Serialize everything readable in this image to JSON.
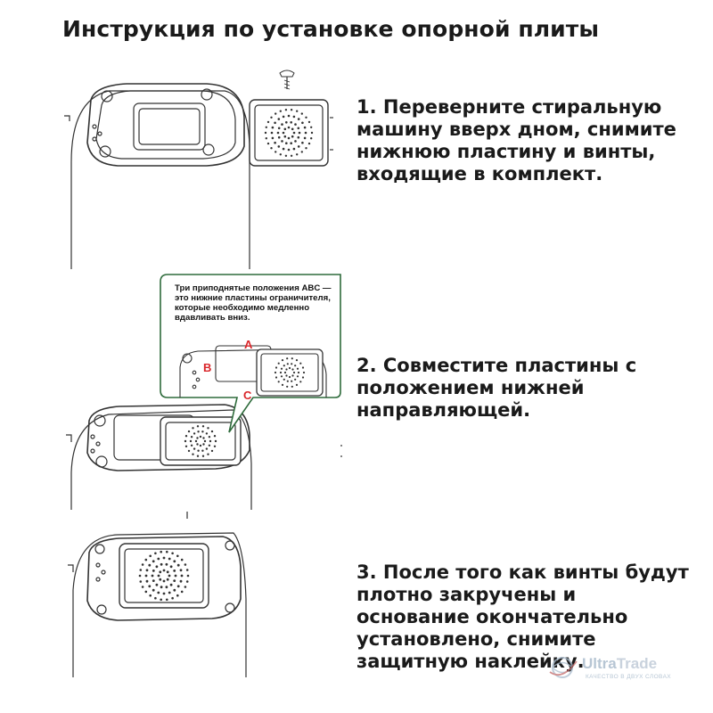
{
  "title": "Инструкция по установке опорной плиты",
  "steps": [
    {
      "text": "1. Переверните стиральную машину вверх дном, снимите нижнюю пластину и винты, входящие в комплект."
    },
    {
      "text": "2. Совместите пластины с положением нижней направляющей."
    },
    {
      "text": "3. После того как винты будут плотно закручены и основание окончательно установлено, снимите защитную наклейку."
    }
  ],
  "callout": {
    "text": "Три приподнятые положения ABC — это нижние пластины ограничителя, которые необходимо медленно вдавливать вниз.",
    "labels": {
      "a": "A",
      "b": "B",
      "c": "C"
    }
  },
  "watermark": {
    "brand_a": "Ultra",
    "brand_b": "Trade",
    "tagline": "КАЧЕСТВО В ДВУХ СЛОВАХ"
  },
  "colors": {
    "callout_border": "#2e6b3b",
    "label_red": "#d9262a",
    "line": "#333333"
  }
}
